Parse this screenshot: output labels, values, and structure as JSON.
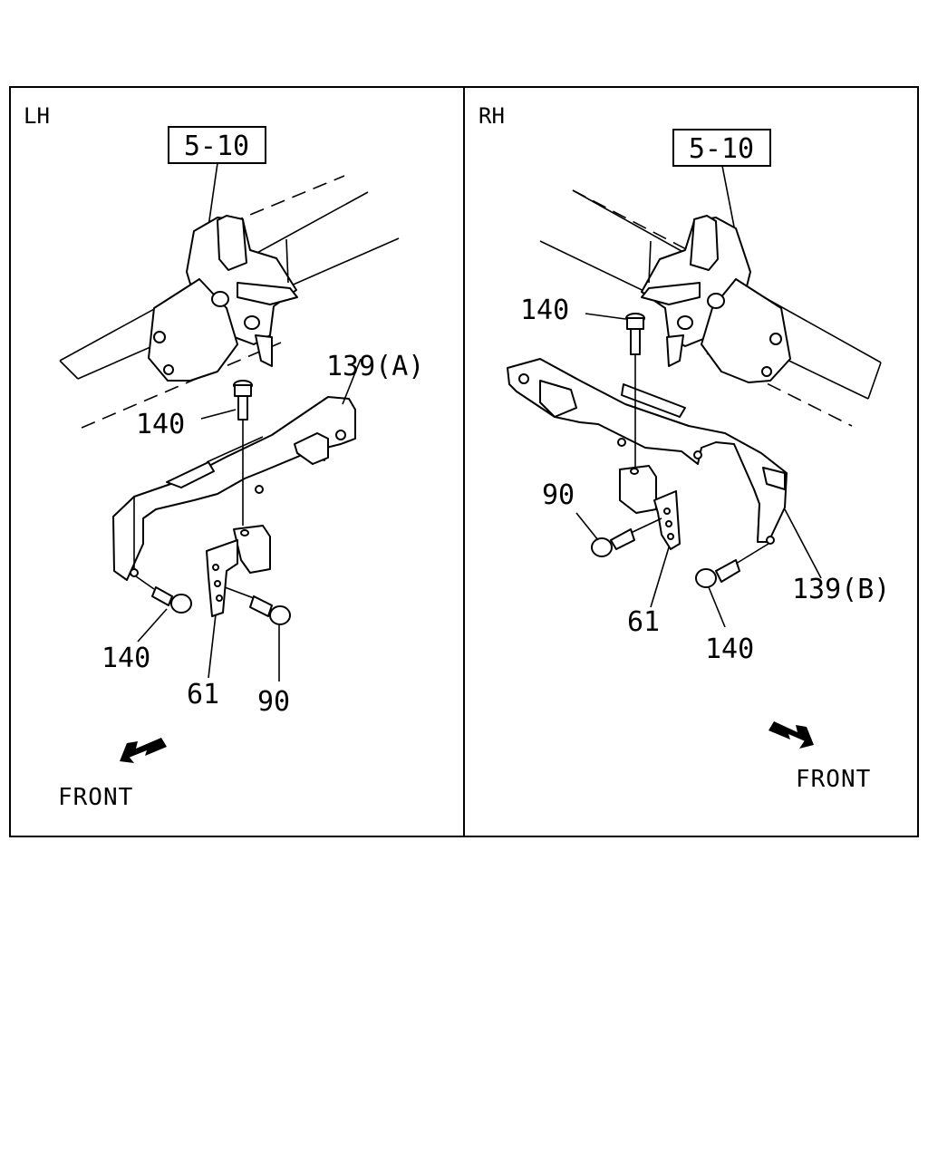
{
  "panels": {
    "lh": {
      "side_label": "LH",
      "ref_box": "5-10",
      "callouts": {
        "bracket": "139(A)",
        "bolt_top": "140",
        "bolt_bottom": "140",
        "plate": "61",
        "bolt_side": "90"
      },
      "front_label": "FRONT"
    },
    "rh": {
      "side_label": "RH",
      "ref_box": "5-10",
      "callouts": {
        "bracket": "139(B)",
        "bolt_top": "140",
        "bolt_bottom": "140",
        "plate": "61",
        "bolt_side": "90"
      },
      "front_label": "FRONT"
    }
  }
}
